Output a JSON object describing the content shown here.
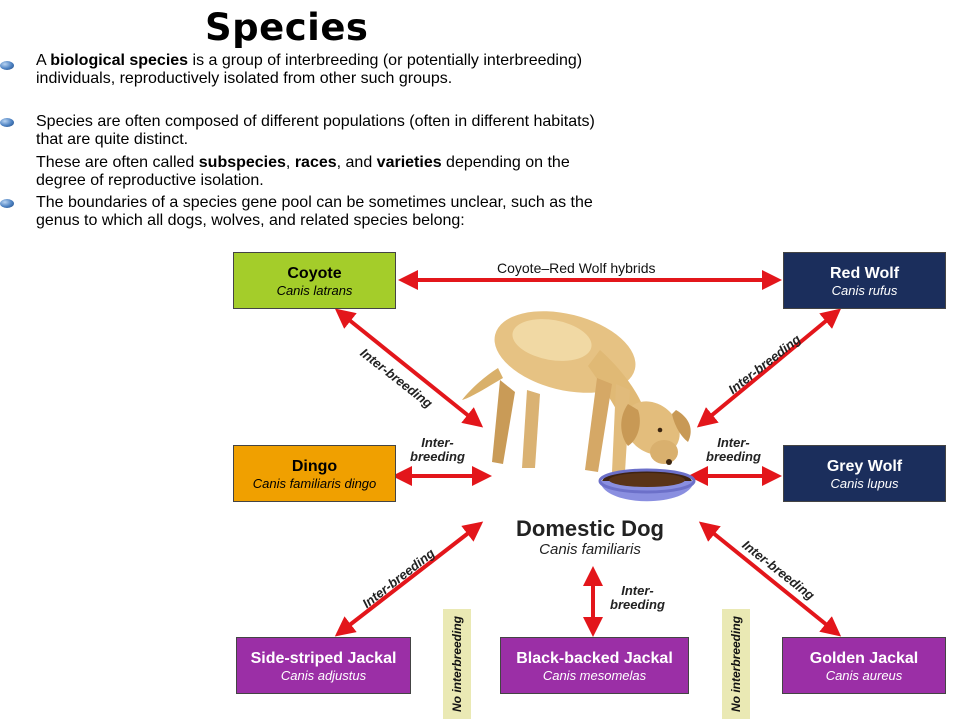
{
  "title": "Species",
  "paragraphs": {
    "p1_pre": "A ",
    "p1_bold": "biological species",
    "p1_post": " is a group of interbreeding (or potentially interbreeding) individuals, reproductively isolated from other such groups.",
    "p2": "Species are often composed of different populations (often in different habitats) that are quite distinct.",
    "p3_pre": "These are often called ",
    "p3_b1": "subspecies",
    "p3_sep1": ", ",
    "p3_b2": "races",
    "p3_sep2": ", and ",
    "p3_b3": "varieties",
    "p3_post": " depending on the degree of reproductive isolation.",
    "p4": "The boundaries of a species gene pool can be sometimes unclear, such as the genus to which all dogs, wolves, and related species belong:"
  },
  "diagram": {
    "center": {
      "name": "Domestic Dog",
      "sci": "Canis familiaris"
    },
    "boxes": {
      "coyote": {
        "name": "Coyote",
        "sci": "Canis latrans"
      },
      "red_wolf": {
        "name": "Red Wolf",
        "sci": "Canis rufus"
      },
      "dingo": {
        "name": "Dingo",
        "sci": "Canis familiaris dingo"
      },
      "grey_wolf": {
        "name": "Grey Wolf",
        "sci": "Canis lupus"
      },
      "side_striped": {
        "name": "Side-striped Jackal",
        "sci": "Canis adjustus"
      },
      "black_backed": {
        "name": "Black-backed Jackal",
        "sci": "Canis mesomelas"
      },
      "golden": {
        "name": "Golden Jackal",
        "sci": "Canis aureus"
      }
    },
    "labels": {
      "hybrids": "Coyote–Red Wolf hybrids",
      "interbreeding": "Inter-breeding",
      "inter": "Inter-",
      "breeding": "breeding",
      "no_interbreeding": "No interbreeding"
    },
    "colors": {
      "arrow": "#e3161b",
      "green": "#a4cd2a",
      "orange": "#f0a000",
      "navy": "#1b2e5c",
      "purple": "#9b2fa6"
    }
  }
}
